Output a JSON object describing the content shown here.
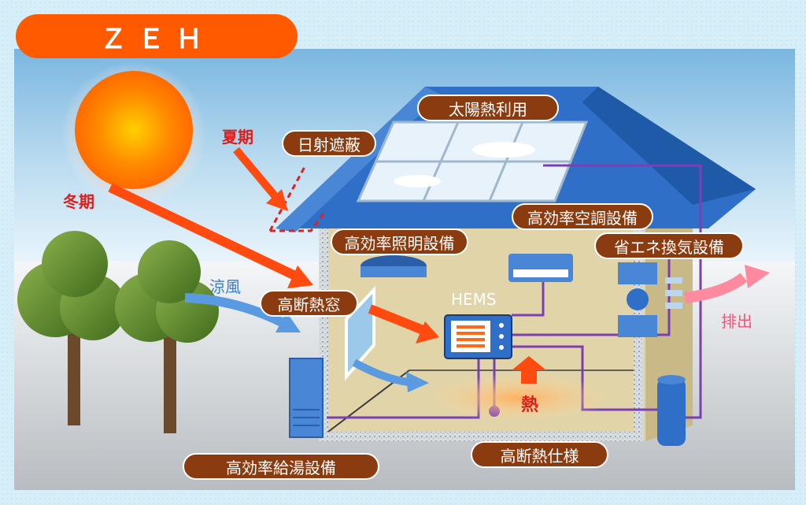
{
  "title": "ＺＥＨ",
  "labels": {
    "solar_heat": "太陽熱利用",
    "sunshade": "日射遮蔽",
    "hvac": "高効率空調設備",
    "lighting": "高効率照明設備",
    "ventilation": "省エネ換気設備",
    "window": "高断熱窓",
    "water_heater": "高効率給湯設備",
    "insulation": "高断熱仕様"
  },
  "annotations": {
    "summer": "夏期",
    "winter": "冬期",
    "cool_breeze": "涼風",
    "exhaust": "排出",
    "hems": "HEMS",
    "heat": "熱"
  },
  "colors": {
    "title_bg": "#ff5a00",
    "label_bg": "#8a3c10",
    "roof": "#2f6fc7",
    "sun": "#ff8a00",
    "arrow_red": "#ff4a10",
    "wire_purple": "#7b3fb3",
    "tree": "#5a8a2a"
  }
}
